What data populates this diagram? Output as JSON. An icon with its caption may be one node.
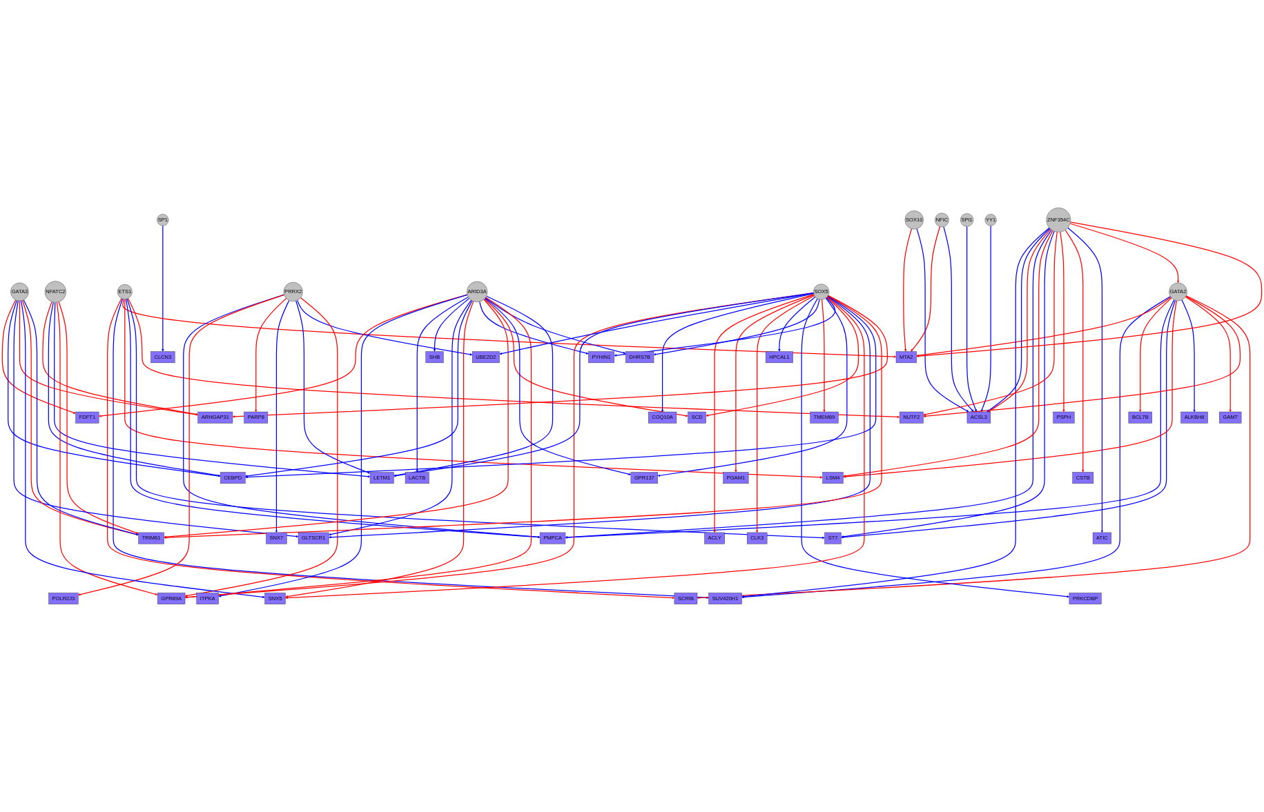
{
  "diagram": {
    "nodes": [
      {
        "text": [
          "SP1"
        ]
      },
      {
        "text": [
          "CLCN3"
        ]
      },
      {
        "text": [
          "SCRIB"
        ]
      },
      {
        "text": [
          "SNX7"
        ]
      },
      {
        "text": [
          "ITPKA"
        ]
      },
      {
        "text": [
          "GATA3"
        ]
      },
      {
        "text": [
          "FDFT1"
        ]
      },
      {
        "text": [
          "NFATC2"
        ]
      },
      {
        "text": [
          "SOX10"
        ]
      },
      {
        "text": [
          "SUV420H1"
        ]
      },
      {
        "text": [
          "MTA2"
        ]
      },
      {
        "text": [
          "PARP8"
        ]
      },
      {
        "text": [
          "LACTB"
        ]
      },
      {
        "text": [
          "LSM4"
        ]
      },
      {
        "text": [
          "ETS1"
        ]
      },
      {
        "text": [
          "NFIC"
        ]
      },
      {
        "text": [
          "ARHGAP31"
        ]
      },
      {
        "text": [
          "CEBPD"
        ]
      },
      {
        "text": [
          "GLTSCR1"
        ]
      },
      {
        "text": [
          "SNX5"
        ]
      },
      {
        "text": [
          "SHB"
        ]
      },
      {
        "text": [
          "BCL7B"
        ]
      },
      {
        "text": [
          "GATA2"
        ]
      },
      {
        "text": [
          "PMPCA"
        ]
      },
      {
        "text": [
          "POLR2J3"
        ]
      },
      {
        "text": [
          "PRRX2"
        ]
      },
      {
        "text": [
          "GAMT"
        ]
      },
      {
        "text": [
          "LETM1"
        ]
      },
      {
        "text": [
          "TRIM61"
        ]
      },
      {
        "text": [
          "ARID3A"
        ]
      },
      {
        "text": [
          "PYHIN1"
        ]
      },
      {
        "text": [
          "ALKBH8"
        ]
      },
      {
        "text": [
          "ACSL3"
        ]
      },
      {
        "text": [
          "ST7"
        ]
      },
      {
        "text": [
          "GPR89A"
        ]
      },
      {
        "text": [
          "SOX5"
        ]
      },
      {
        "text": [
          "SCD"
        ]
      },
      {
        "text": [
          "GPR137"
        ]
      },
      {
        "text": [
          "ZNF354C"
        ]
      },
      {
        "text": [
          "SPI1"
        ]
      },
      {
        "text": [
          "UBE2D2"
        ]
      },
      {
        "text": [
          "NUTF2"
        ]
      },
      {
        "text": [
          "PSPH"
        ]
      },
      {
        "text": [
          "ACLY"
        ]
      },
      {
        "text": [
          "PRKCDBP"
        ]
      },
      {
        "text": [
          "DHRS7B"
        ]
      },
      {
        "text": [
          "COQ10A"
        ]
      },
      {
        "text": [
          "YY1"
        ]
      },
      {
        "text": [
          "CSTB"
        ]
      },
      {
        "text": [
          "ATIC"
        ]
      },
      {
        "text": [
          "HPCAL1"
        ]
      },
      {
        "text": [
          "TMEM69"
        ]
      },
      {
        "text": [
          "PGAM1"
        ]
      },
      {
        "text": [
          "CLK3"
        ]
      }
    ],
    "edges": [
      {
        "from": 0,
        "to": 1,
        "arrow": "to"
      },
      {
        "from": 8,
        "to": 10,
        "arrow": "to",
        "color": "#ff0000"
      },
      {
        "from": 15,
        "to": 10,
        "arrow": "to",
        "color": "#ff0000"
      },
      {
        "from": 8,
        "to": 32,
        "arrow": "to"
      },
      {
        "from": 15,
        "to": 32,
        "arrow": "to"
      },
      {
        "from": 39,
        "to": 32,
        "arrow": "to"
      },
      {
        "from": 47,
        "to": 32,
        "arrow": "to"
      },
      {
        "from": 14,
        "to": 2,
        "arrow": "to",
        "color": "#ff0000"
      },
      {
        "from": 14,
        "to": 9,
        "arrow": "to"
      },
      {
        "from": 14,
        "to": 10,
        "arrow": "to",
        "color": "#ff0000"
      },
      {
        "from": 14,
        "to": 13,
        "arrow": "to",
        "color": "#ff0000"
      },
      {
        "from": 14,
        "to": 23,
        "arrow": "to"
      },
      {
        "from": 14,
        "to": 33,
        "arrow": "to"
      },
      {
        "from": 14,
        "to": 41,
        "arrow": "to",
        "color": "#ff0000"
      },
      {
        "from": 22,
        "to": 9,
        "arrow": "to"
      },
      {
        "from": 22,
        "to": 10,
        "arrow": "to",
        "color": "#ff0000"
      },
      {
        "from": 22,
        "to": 21,
        "arrow": "to",
        "color": "#ff0000"
      },
      {
        "from": 22,
        "to": 23,
        "arrow": "to"
      },
      {
        "from": 22,
        "to": 33,
        "arrow": "to"
      },
      {
        "from": 22,
        "to": 13,
        "arrow": "to",
        "color": "#ff0000"
      },
      {
        "from": 22,
        "to": 31,
        "arrow": "to"
      },
      {
        "from": 22,
        "to": 26,
        "arrow": "to",
        "color": "#ff0000"
      },
      {
        "from": 22,
        "to": 41,
        "arrow": "to",
        "color": "#ff0000"
      },
      {
        "from": 22,
        "to": 2,
        "arrow": "to",
        "color": "#ff0000"
      },
      {
        "from": 38,
        "to": 9,
        "arrow": "to"
      },
      {
        "from": 38,
        "to": 32,
        "arrow": "to"
      },
      {
        "from": 38,
        "to": 32,
        "arrow": "to",
        "color": "#ff0000"
      },
      {
        "from": 38,
        "to": 23,
        "arrow": "to"
      },
      {
        "from": 38,
        "to": 13,
        "arrow": "to",
        "color": "#ff0000"
      },
      {
        "from": 38,
        "to": 33,
        "arrow": "to"
      },
      {
        "from": 38,
        "to": 41,
        "arrow": "to",
        "color": "#ff0000"
      },
      {
        "from": 38,
        "to": 42,
        "arrow": "to",
        "color": "#ff0000"
      },
      {
        "from": 38,
        "to": 48,
        "arrow": "to",
        "color": "#ff0000"
      },
      {
        "from": 38,
        "to": 49,
        "arrow": "to"
      },
      {
        "from": 38,
        "to": 22,
        "arrow": "to",
        "color": "#ff0000"
      },
      {
        "from": 38,
        "to": 10,
        "arrow": "to",
        "color": "#ff0000"
      },
      {
        "from": 25,
        "to": 23,
        "arrow": "to"
      },
      {
        "from": 25,
        "to": 24,
        "arrow": "to",
        "color": "#ff0000"
      },
      {
        "from": 25,
        "to": 11,
        "arrow": "to",
        "color": "#ff0000"
      },
      {
        "from": 25,
        "to": 3,
        "arrow": "to"
      },
      {
        "from": 25,
        "to": 27,
        "arrow": "to"
      },
      {
        "from": 25,
        "to": 40,
        "arrow": "to"
      },
      {
        "from": 25,
        "to": 34,
        "arrow": "to",
        "color": "#ff0000"
      },
      {
        "from": 7,
        "to": 16,
        "arrow": "to",
        "color": "#ff0000"
      },
      {
        "from": 7,
        "to": 17,
        "arrow": "to"
      },
      {
        "from": 7,
        "to": 27,
        "arrow": "to"
      },
      {
        "from": 7,
        "to": 34,
        "arrow": "to",
        "color": "#ff0000"
      },
      {
        "from": 7,
        "to": 28,
        "arrow": "to",
        "color": "#ff0000"
      },
      {
        "from": 5,
        "to": 6,
        "arrow": "to",
        "color": "#ff0000"
      },
      {
        "from": 5,
        "to": 17,
        "arrow": "to"
      },
      {
        "from": 5,
        "to": 18,
        "arrow": "to"
      },
      {
        "from": 5,
        "to": 16,
        "arrow": "to",
        "color": "#ff0000"
      },
      {
        "from": 5,
        "to": 19,
        "arrow": "to"
      },
      {
        "from": 5,
        "to": 28,
        "arrow": "to",
        "color": "#ff0000"
      },
      {
        "from": 5,
        "to": 28,
        "arrow": "to"
      },
      {
        "from": 29,
        "to": 6,
        "arrow": "to",
        "color": "#ff0000"
      },
      {
        "from": 29,
        "to": 4,
        "arrow": "to"
      },
      {
        "from": 29,
        "to": 12,
        "arrow": "to"
      },
      {
        "from": 29,
        "to": 20,
        "arrow": "to"
      },
      {
        "from": 29,
        "to": 18,
        "arrow": "to"
      },
      {
        "from": 29,
        "to": 17,
        "arrow": "to"
      },
      {
        "from": 29,
        "to": 19,
        "arrow": "to",
        "color": "#ff0000"
      },
      {
        "from": 29,
        "to": 30,
        "arrow": "to"
      },
      {
        "from": 29,
        "to": 28,
        "arrow": "to",
        "color": "#ff0000"
      },
      {
        "from": 29,
        "to": 36,
        "arrow": "to",
        "color": "#ff0000"
      },
      {
        "from": 29,
        "to": 37,
        "arrow": "to"
      },
      {
        "from": 29,
        "to": 45,
        "arrow": "to"
      },
      {
        "from": 29,
        "to": 34,
        "arrow": "to",
        "color": "#ff0000"
      },
      {
        "from": 29,
        "to": 27,
        "arrow": "to"
      },
      {
        "from": 35,
        "to": 34,
        "arrow": "to",
        "color": "#ff0000"
      },
      {
        "from": 35,
        "to": 27,
        "arrow": "to"
      },
      {
        "from": 35,
        "to": 40,
        "arrow": "to"
      },
      {
        "from": 35,
        "to": 46,
        "arrow": "to"
      },
      {
        "from": 35,
        "to": 43,
        "arrow": "to",
        "color": "#ff0000"
      },
      {
        "from": 35,
        "to": 52,
        "arrow": "to",
        "color": "#ff0000"
      },
      {
        "from": 35,
        "to": 53,
        "arrow": "to",
        "color": "#ff0000"
      },
      {
        "from": 35,
        "to": 50,
        "arrow": "to"
      },
      {
        "from": 35,
        "to": 44,
        "arrow": "to"
      },
      {
        "from": 35,
        "to": 45,
        "arrow": "to"
      },
      {
        "from": 35,
        "to": 51,
        "arrow": "to",
        "color": "#ff0000"
      },
      {
        "from": 35,
        "to": 37,
        "arrow": "to"
      },
      {
        "from": 35,
        "to": 30,
        "arrow": "to"
      },
      {
        "from": 35,
        "to": 36,
        "arrow": "to",
        "color": "#ff0000"
      },
      {
        "from": 35,
        "to": 19,
        "arrow": "to",
        "color": "#ff0000"
      },
      {
        "from": 35,
        "to": 18,
        "arrow": "to"
      },
      {
        "from": 35,
        "to": 17,
        "arrow": "to"
      },
      {
        "from": 35,
        "to": 28,
        "arrow": "to",
        "color": "#ff0000"
      },
      {
        "from": 35,
        "to": 16,
        "arrow": "to",
        "color": "#ff0000"
      }
    ]
  }
}
